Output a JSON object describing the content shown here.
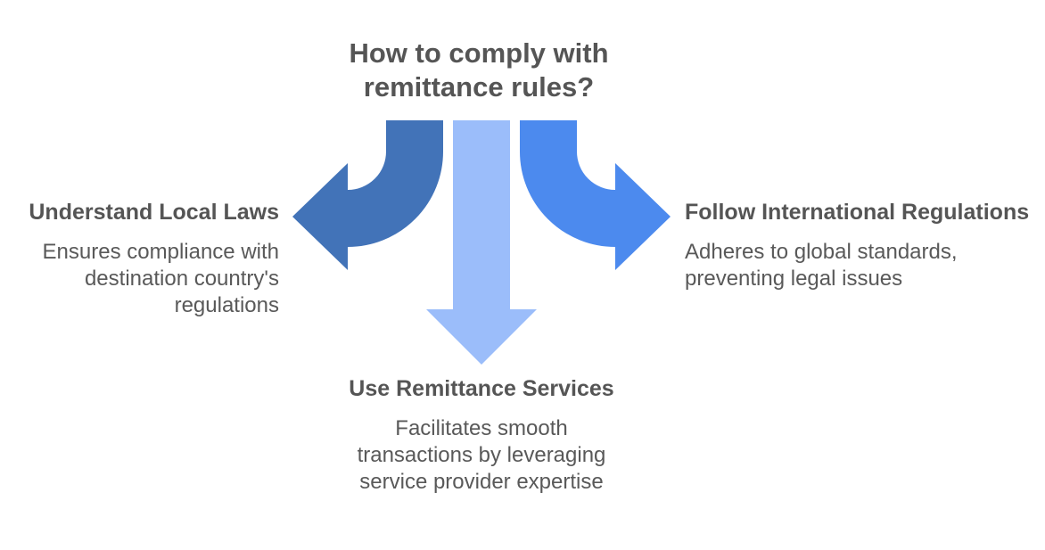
{
  "diagram": {
    "title": "How to comply with\nremittance rules?",
    "branches": [
      {
        "id": "understand-local-laws",
        "direction": "left",
        "heading": "Understand Local Laws",
        "description": "Ensures compliance with destination country's regulations",
        "arrow_color": "#4273B8"
      },
      {
        "id": "use-remittance-services",
        "direction": "down",
        "heading": "Use Remittance Services",
        "description": "Facilitates smooth transactions by leveraging service provider expertise",
        "arrow_color": "#9BBDFA"
      },
      {
        "id": "follow-international-regulations",
        "direction": "right",
        "heading": "Follow International Regulations",
        "description": "Adheres to global standards, preventing legal issues",
        "arrow_color": "#4C8AEE"
      }
    ],
    "colors": {
      "background": "#FFFFFF",
      "title_text": "#555555",
      "heading_text": "#555555",
      "body_text": "#595959",
      "arrow_left": "#4273B8",
      "arrow_down": "#9BBDFA",
      "arrow_right": "#4C8AEE"
    }
  }
}
